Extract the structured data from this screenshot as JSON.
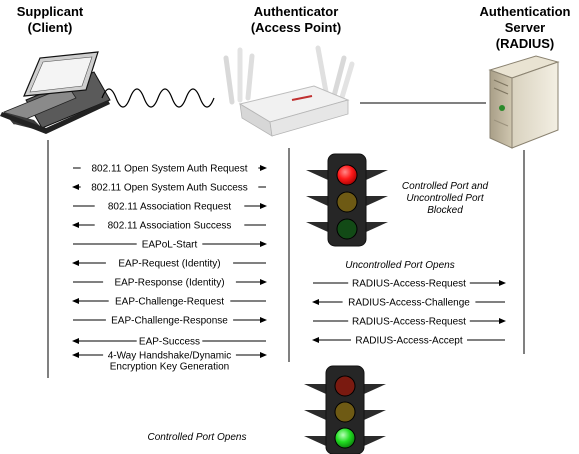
{
  "headers": {
    "supplicant": [
      "Supplicant",
      "(Client)"
    ],
    "authenticator": [
      "Authenticator",
      "(Access Point)"
    ],
    "server": [
      "Authentication",
      "Server",
      "(RADIUS)"
    ]
  },
  "client_messages": [
    {
      "label": "802.11 Open System Auth Request",
      "direction": "right"
    },
    {
      "label": "802.11 Open System Auth Success",
      "direction": "left"
    },
    {
      "label": "802.11 Association Request",
      "direction": "right"
    },
    {
      "label": "802.11 Association Success",
      "direction": "left"
    },
    {
      "label": "EAPoL-Start",
      "direction": "right"
    },
    {
      "label": "EAP-Request (Identity)",
      "direction": "left"
    },
    {
      "label": "EAP-Response (Identity)",
      "direction": "right"
    },
    {
      "label": "EAP-Challenge-Request",
      "direction": "left"
    },
    {
      "label": "EAP-Challenge-Response",
      "direction": "right"
    },
    {
      "label": "EAP-Success",
      "direction": "left"
    },
    {
      "label": "4-Way Handshake/Dynamic",
      "direction": "both"
    },
    {
      "label": "Encryption Key Generation",
      "direction": "none"
    }
  ],
  "server_messages": [
    {
      "label": "RADIUS-Access-Request",
      "direction": "right"
    },
    {
      "label": "RADIUS-Access-Challenge",
      "direction": "left"
    },
    {
      "label": "RADIUS-Access-Request",
      "direction": "right"
    },
    {
      "label": "RADIUS-Access-Accept",
      "direction": "left"
    }
  ],
  "notes": {
    "blocked": [
      "Controlled Port and",
      "Uncontrolled Port",
      "Blocked"
    ],
    "uncontrolled_open": "Uncontrolled Port Opens",
    "controlled_open": "Controlled Port Opens"
  },
  "colors": {
    "line": "#000000",
    "light_housing": "#2b2b2b",
    "red_on": "#ff1a1a",
    "green_on": "#22dd22",
    "dim_red": "#7a1a10",
    "dim_yellow": "#6e5a14",
    "dim_green": "#124a16"
  }
}
